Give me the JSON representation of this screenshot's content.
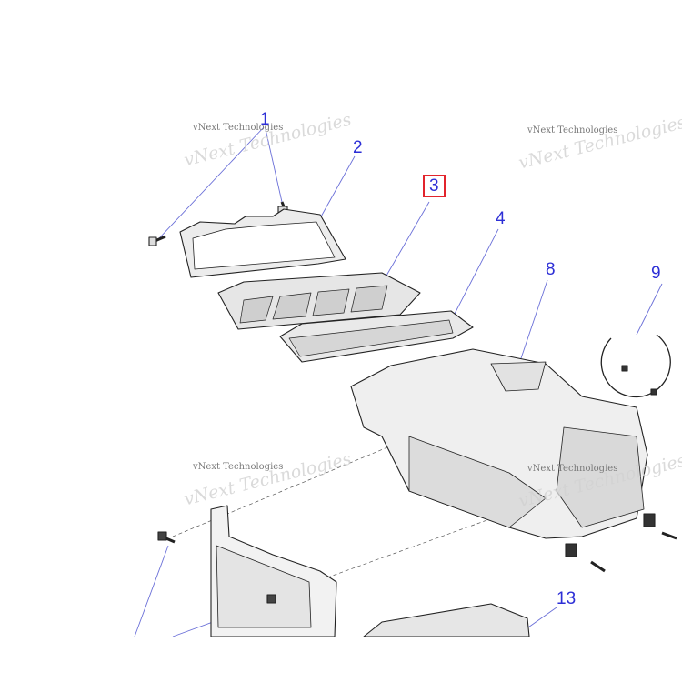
{
  "callouts": [
    {
      "id": "c1",
      "text": "1"
    },
    {
      "id": "c2",
      "text": "2"
    },
    {
      "id": "c3",
      "text": "3",
      "highlighted": true
    },
    {
      "id": "c4",
      "text": "4"
    },
    {
      "id": "c8",
      "text": "8"
    },
    {
      "id": "c9",
      "text": "9"
    },
    {
      "id": "c13",
      "text": "13"
    }
  ],
  "watermark": {
    "text": "vNext Technologies"
  },
  "colors": {
    "callout": "#2d2fd6",
    "highlight": "#e2242c",
    "leader": "#6a6fd8",
    "part_fill": "#ececec",
    "part_stroke": "#222222"
  }
}
